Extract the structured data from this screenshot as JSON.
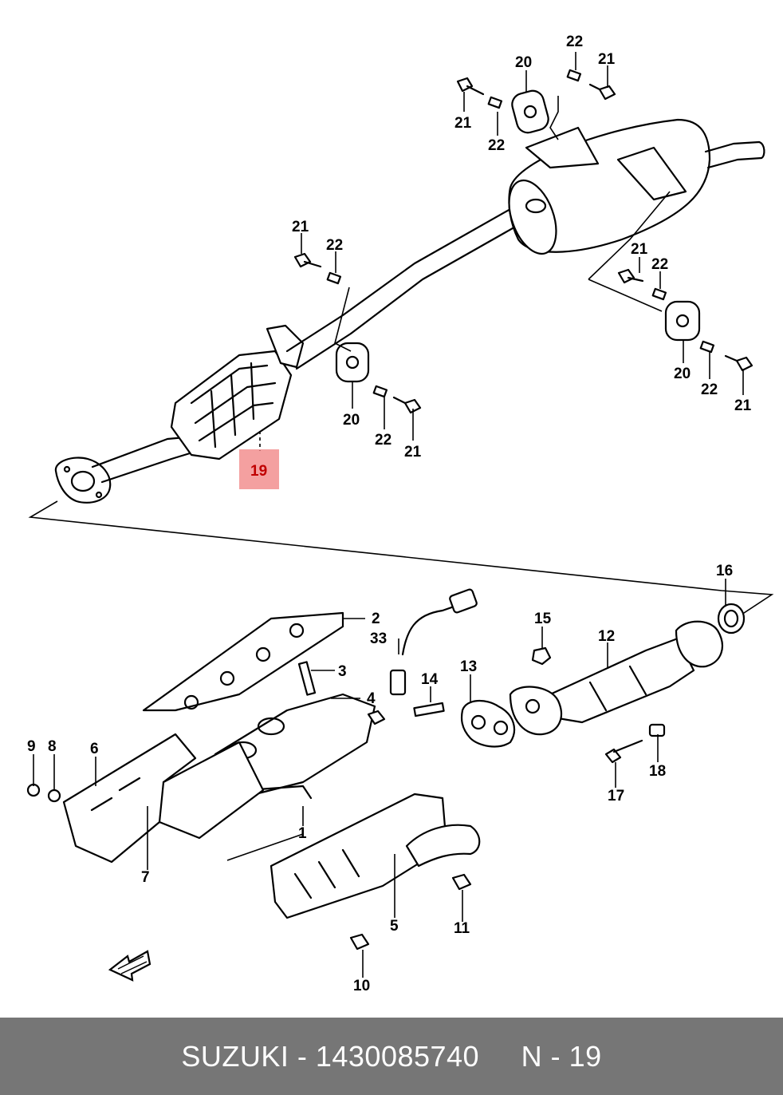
{
  "footer": {
    "brand": "SUZUKI",
    "part_number": "1430085740",
    "ref": "N - 19",
    "text": "SUZUKI - 1430085740     N - 19"
  },
  "highlight": {
    "color": "#f08080",
    "label": "19"
  },
  "callouts": {
    "c1": "1",
    "c2": "2",
    "c3": "3",
    "c4": "4",
    "c5": "5",
    "c6": "6",
    "c7": "7",
    "c8": "8",
    "c9": "9",
    "c10": "10",
    "c11": "11",
    "c12": "12",
    "c13": "13",
    "c14": "14",
    "c15": "15",
    "c16": "16",
    "c17": "17",
    "c18": "18",
    "c20a": "20",
    "c21a": "21",
    "c21b": "21",
    "c22a": "22",
    "c22b": "22",
    "c21c": "21",
    "c22c": "22",
    "c20b": "20",
    "c22d": "22",
    "c21d": "21",
    "c21e": "21",
    "c22e": "22",
    "c20c": "20",
    "c22f": "22",
    "c21f": "21"
  },
  "icons": {
    "direction_arrow": "front-arrow-icon"
  }
}
